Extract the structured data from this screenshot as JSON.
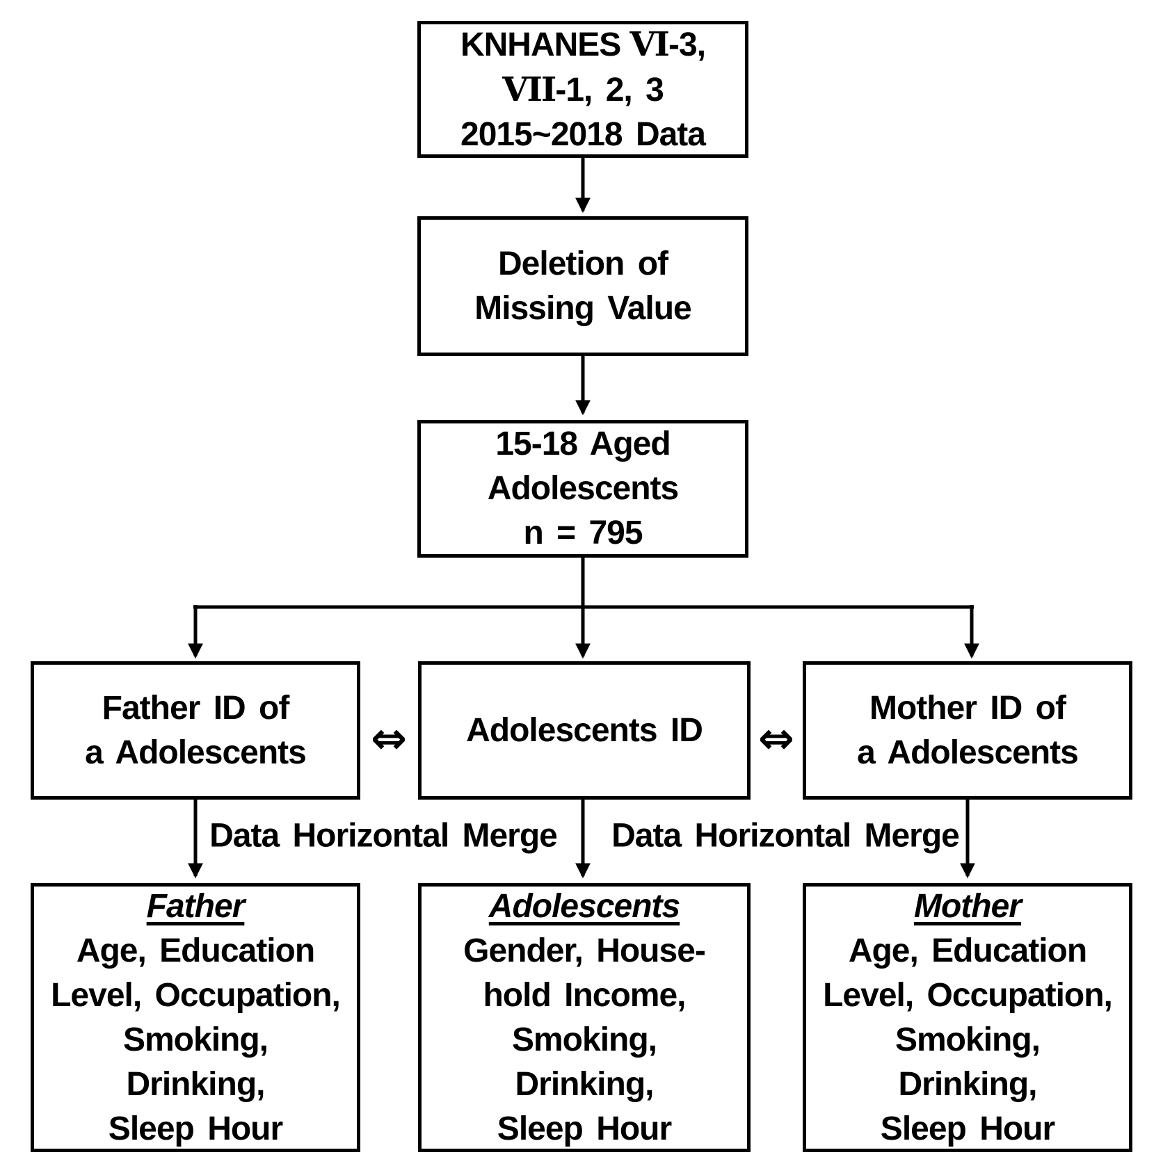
{
  "colors": {
    "background": "#ffffff",
    "line": "#000000",
    "text": "#000000"
  },
  "flow": {
    "source_box": {
      "line1_prefix": "KNHANES",
      "line1_numeral": "VI",
      "line1_suffix": "-3,",
      "line2_numeral": "VII",
      "line2_suffix": "-1, 2, 3",
      "line3": "2015~2018 Data"
    },
    "deletion_box": {
      "lines": [
        "Deletion of",
        "Missing Value"
      ]
    },
    "aged_box": {
      "lines": [
        "15-18 Aged",
        "Adolescents",
        "n = 795"
      ]
    },
    "father_id_box": {
      "lines": [
        "Father ID of",
        "a Adolescents"
      ]
    },
    "adolescents_id_box": {
      "lines": [
        "Adolescents ID"
      ]
    },
    "mother_id_box": {
      "lines": [
        "Mother ID of",
        "a Adolescents"
      ]
    },
    "left_double_arrow": "⇔",
    "right_double_arrow": "⇔",
    "merge_label_left": "Data Horizontal Merge",
    "merge_label_right": "Data Horizontal Merge",
    "father_box": {
      "title": "Father",
      "lines": [
        "Age, Education",
        "Level, Occupation,",
        "Smoking,",
        "Drinking,",
        "Sleep Hour"
      ]
    },
    "adolescents_box": {
      "title": "Adolescents",
      "lines": [
        "Gender, House-",
        "hold Income,",
        "Smoking,",
        "Drinking,",
        "Sleep Hour"
      ]
    },
    "mother_box": {
      "title": "Mother",
      "lines": [
        "Age, Education",
        "Level, Occupation,",
        "Smoking,",
        "Drinking,",
        "Sleep Hour"
      ]
    }
  }
}
